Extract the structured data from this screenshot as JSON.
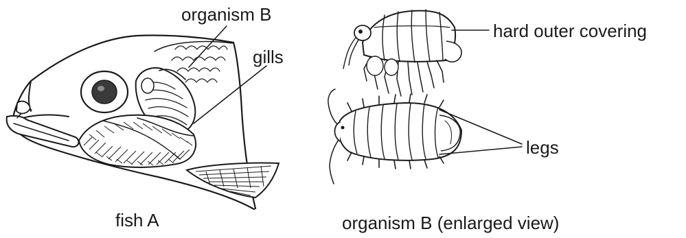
{
  "labels": {
    "organism_b": "organism B",
    "gills": "gills",
    "hard_outer_covering": "hard outer covering",
    "legs": "legs",
    "fish_caption": "fish A",
    "organism_caption": "organism B (enlarged view)"
  }
}
